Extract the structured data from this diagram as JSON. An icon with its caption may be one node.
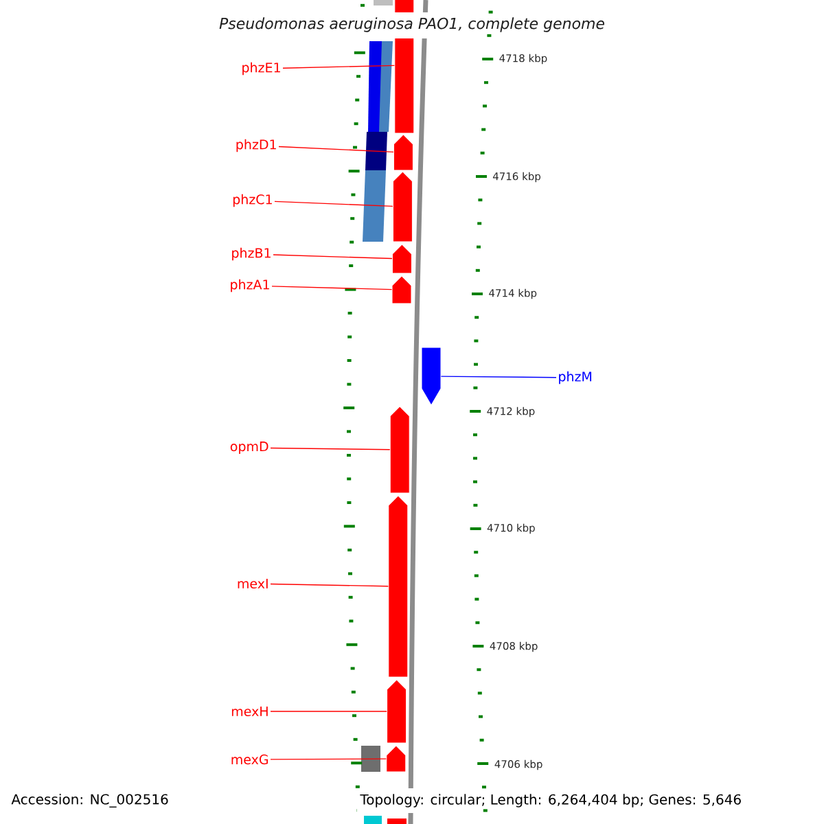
{
  "diagram": {
    "title": "Pseudomonas aeruginosa PAO1, complete genome",
    "nodes": [
      {
        "text": [
          "phzE1"
        ]
      },
      {
        "text": [],
        "shape": "pentagon"
      },
      {
        "text": [
          "phzD1"
        ]
      },
      {
        "text": [],
        "shape": "pentagon"
      },
      {
        "text": [
          "phzC1"
        ]
      },
      {
        "text": [],
        "shape": "pentagon"
      },
      {
        "text": [
          "phzB1"
        ]
      },
      {
        "text": [],
        "shape": "pentagon"
      },
      {
        "text": [
          "phzA1"
        ]
      },
      {
        "text": [],
        "shape": "pentagon"
      },
      {
        "text": [
          "phzM"
        ]
      },
      {
        "text": [],
        "shape": "pentagon"
      },
      {
        "text": [
          "opmD"
        ]
      },
      {
        "text": [],
        "shape": "pentagon"
      },
      {
        "text": [
          "mexI"
        ]
      },
      {
        "text": [],
        "shape": "pentagon"
      },
      {
        "text": [
          "mexH"
        ]
      },
      {
        "text": [],
        "shape": "pentagon"
      },
      {
        "text": [
          "mexG"
        ]
      },
      {
        "text": [],
        "shape": "pentagon"
      }
    ],
    "edges": [
      {
        "from": 0,
        "to": 1,
        "arrow": "none"
      },
      {
        "from": 2,
        "to": 3,
        "arrow": "none"
      },
      {
        "from": 4,
        "to": 5,
        "arrow": "none"
      },
      {
        "from": 6,
        "to": 7,
        "arrow": "none"
      },
      {
        "from": 8,
        "to": 9,
        "arrow": "none"
      },
      {
        "from": 10,
        "to": 11,
        "arrow": "none",
        "color": "#0000ff"
      },
      {
        "from": 12,
        "to": 13,
        "arrow": "none"
      },
      {
        "from": 14,
        "to": 15,
        "arrow": "none"
      },
      {
        "from": 16,
        "to": 17,
        "arrow": "none"
      },
      {
        "from": 18,
        "to": 19,
        "arrow": "none"
      }
    ],
    "labels": [
      "4718 kbp",
      "4716 kbp",
      "4714 kbp",
      "4712 kbp",
      "4710 kbp",
      "4708 kbp",
      "4706 kbp",
      "Accession: NC_002516",
      "Topology: circular; Length: 6,264,404 bp; Genes: 5,646"
    ]
  }
}
